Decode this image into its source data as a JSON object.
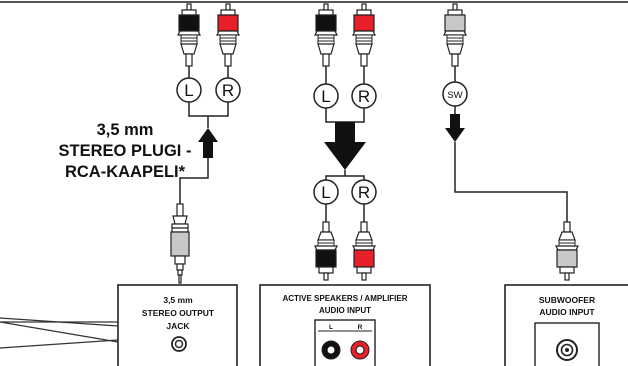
{
  "cable_caption": [
    "3,5 mm",
    "STEREO PLUGI -",
    "RCA-KAAPELI*"
  ],
  "jack_labels": {
    "left": "L",
    "right": "R",
    "subwoofer": "SW"
  },
  "panels": {
    "stereo_output": {
      "line1": "3,5 mm",
      "line2": "STEREO OUTPUT",
      "line3": "JACK"
    },
    "speakers_input": {
      "line1": "ACTIVE SPEAKERS / AMPLIFIER",
      "line2": "AUDIO INPUT",
      "left": "L",
      "right": "R"
    },
    "subwoofer_input": {
      "line1": "SUBWOOFER",
      "line2": "AUDIO INPUT"
    }
  },
  "colors": {
    "red_plug": "#e8202a",
    "black_plug": "#111111",
    "grey_plug": "#c8c8c8",
    "line": "#222222"
  }
}
